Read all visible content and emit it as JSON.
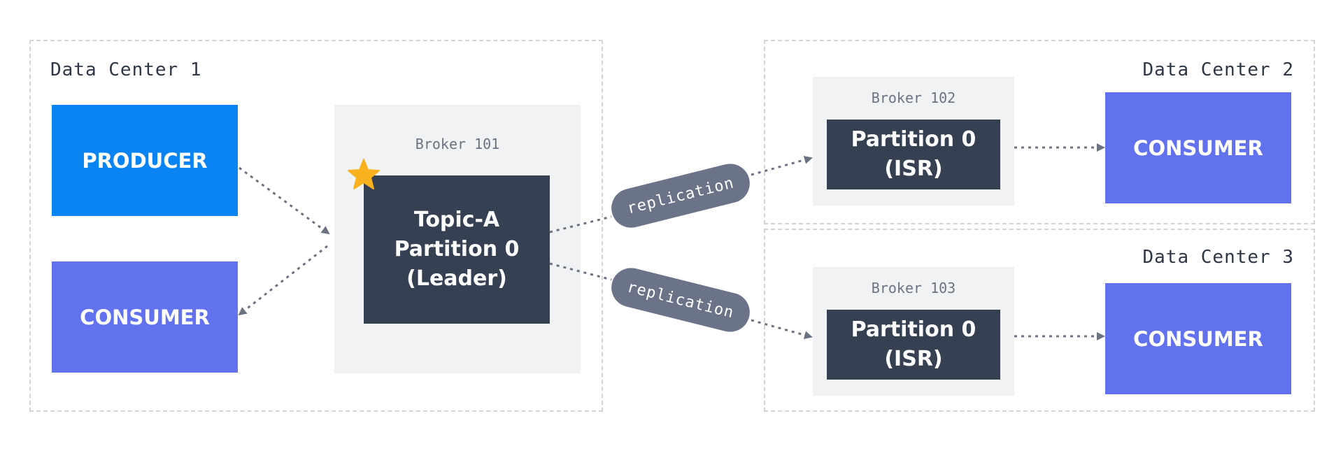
{
  "data_centers": [
    {
      "label": "Data Center 1"
    },
    {
      "label": "Data Center 2"
    },
    {
      "label": "Data Center 3"
    }
  ],
  "nodes": {
    "producer": "PRODUCER",
    "consumer_dc1": "CONSUMER",
    "consumer_dc2": "CONSUMER",
    "consumer_dc3": "CONSUMER"
  },
  "brokers": [
    {
      "label": "Broker 101",
      "partition_lines": [
        "Topic-A",
        "Partition 0",
        "(Leader)"
      ]
    },
    {
      "label": "Broker 102",
      "partition_lines": [
        "Partition 0",
        "(ISR)"
      ]
    },
    {
      "label": "Broker 103",
      "partition_lines": [
        "Partition 0",
        "(ISR)"
      ]
    }
  ],
  "edges": {
    "replication_1": "replication",
    "replication_2": "replication"
  },
  "colors": {
    "producer": "#0a84f3",
    "consumer": "#6272ef",
    "partition": "#354053",
    "pill": "#6b7389",
    "leader_star": "#f9b21d"
  },
  "icons": {
    "leader": "star-icon"
  }
}
